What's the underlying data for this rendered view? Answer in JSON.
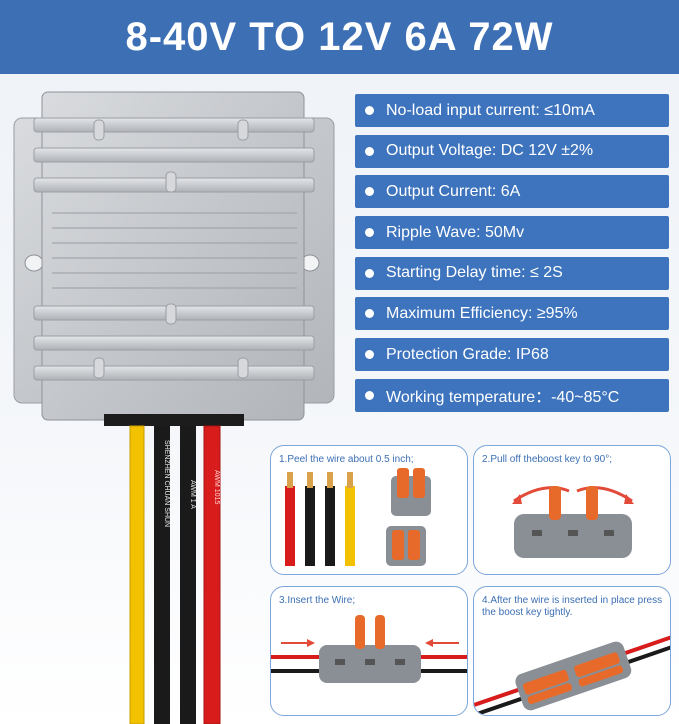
{
  "title": "8-40V TO 12V 6A 72W",
  "specs": [
    {
      "label": "No-load input current: ≤10mA"
    },
    {
      "label": "Output Voltage: DC 12V ±2%"
    },
    {
      "label": "Output Current: 6A"
    },
    {
      "label": "Ripple Wave: 50Mv"
    },
    {
      "label": "Starting Delay time: ≤ 2S"
    },
    {
      "label": "Maximum Efficiency: ≥95%"
    },
    {
      "label": "Protection Grade: IP68"
    },
    {
      "label": "Working temperature：-40~85°C"
    }
  ],
  "steps": [
    {
      "label": "1.Peel the wire about 0.5 inch;"
    },
    {
      "label": "2.Pull off theboost key to 90°;"
    },
    {
      "label": "3.Insert the Wire;"
    },
    {
      "label": "4.After the wire is inserted in place press the boost key tightly."
    }
  ],
  "wire_labels": {
    "black1": "SHENZHEN CHUAN SHUN",
    "black2": "AWM 1 A",
    "red": "AWM 1015"
  },
  "colors": {
    "banner": "#3c6fb4",
    "spec_bg": "#3e74bd",
    "aluminum": "#c9ccd0",
    "wire_yellow": "#f2c200",
    "wire_black": "#1a1a1a",
    "wire_red": "#d81c1c",
    "connector_gray": "#8a8f96",
    "lever_orange": "#e86a2a"
  }
}
